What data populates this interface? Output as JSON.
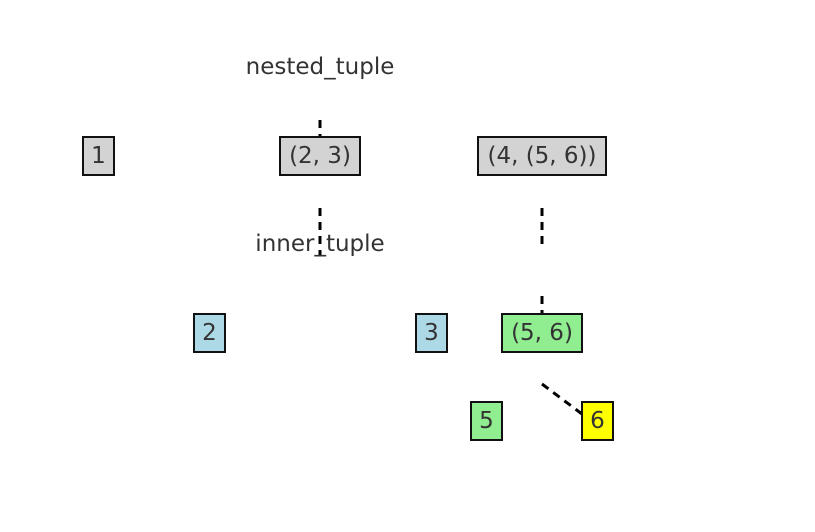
{
  "labels": {
    "root": "nested_tuple",
    "inner": "inner_tuple"
  },
  "nodes": {
    "n1": {
      "text": "1",
      "color": "#d3d3d3"
    },
    "n23": {
      "text": "(2, 3)",
      "color": "#d3d3d3"
    },
    "n456": {
      "text": "(4, (5, 6))",
      "color": "#d3d3d3"
    },
    "n2": {
      "text": "2",
      "color": "#add8e6"
    },
    "n3": {
      "text": "3",
      "color": "#add8e6"
    },
    "n56": {
      "text": "(5, 6)",
      "color": "#90ee90"
    },
    "n5": {
      "text": "5",
      "color": "#90ee90"
    },
    "n6": {
      "text": "6",
      "color": "#ffff00"
    }
  },
  "edge_style": "dashed"
}
